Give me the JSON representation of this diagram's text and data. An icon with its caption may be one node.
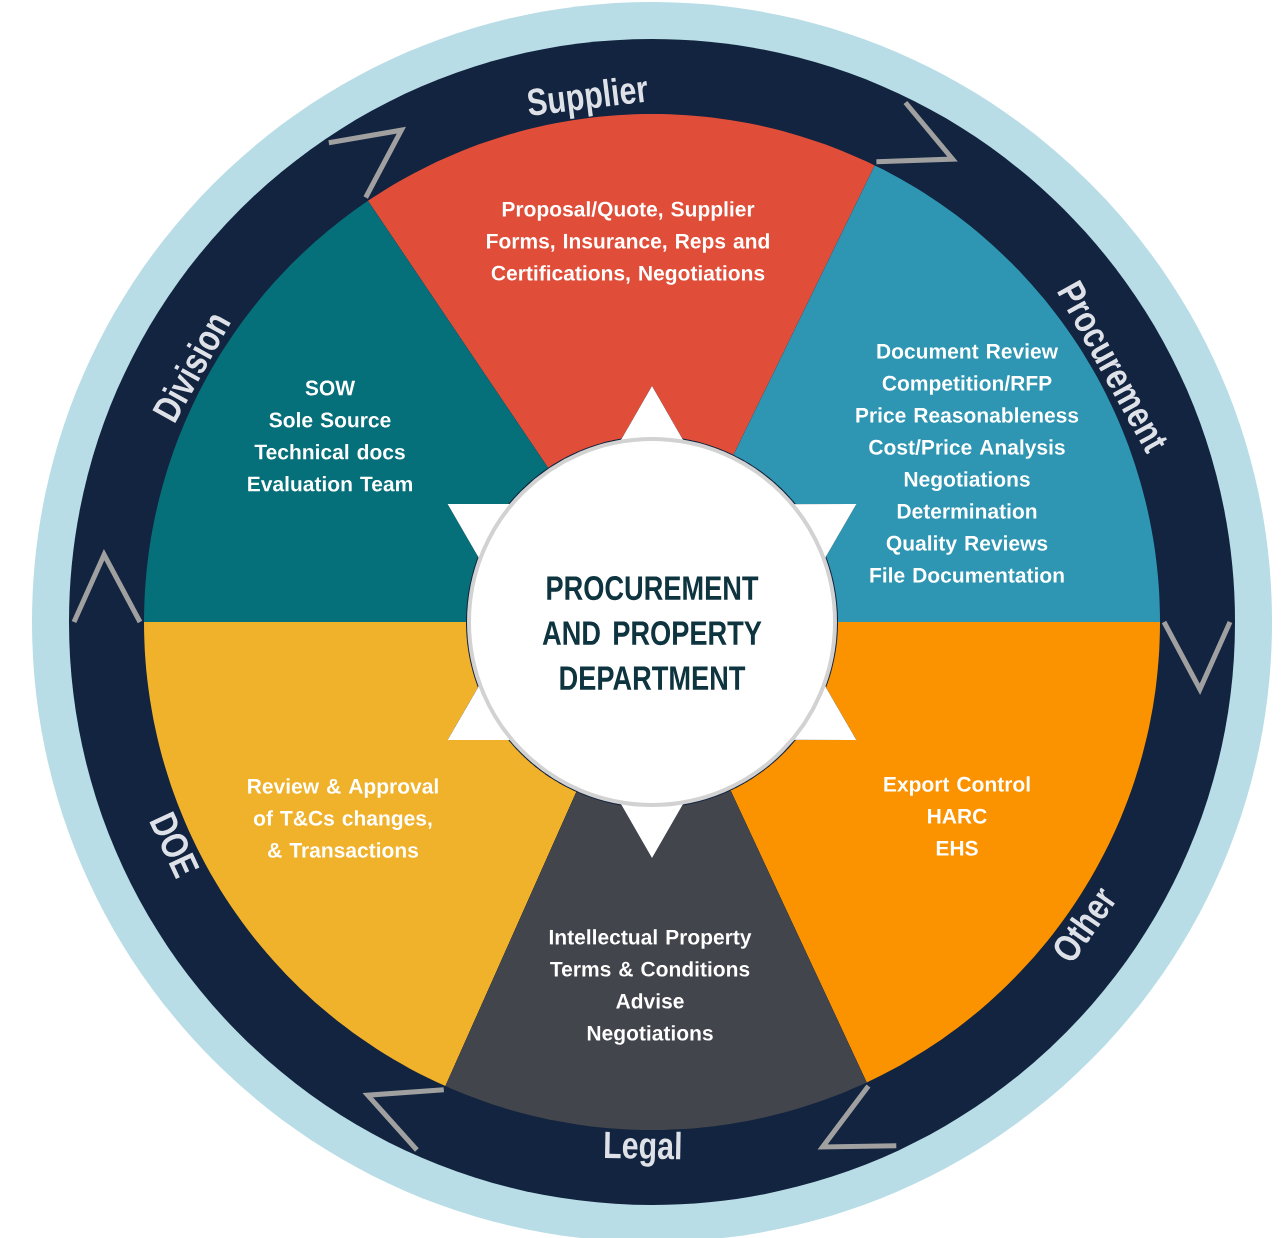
{
  "diagram": {
    "nodes": [
      {
        "text": [
          "Proposal/Quote, Supplier Forms, Insurance, Reps and Certifications, Negotiations"
        ]
      },
      {
        "text": [
          "SOW",
          "Sole Source",
          "Technical docs",
          "Evaluation Team"
        ]
      },
      {
        "text": [
          "Document Review",
          "Competition/RFP",
          "Price Reasonableness",
          "Cost/Price Analysis",
          "Negotiations",
          "Determination",
          "Quality Reviews",
          "File Documentation"
        ]
      },
      {
        "text": [
          "PROCUREMENT AND PROPERTY DEPARTMENT"
        ]
      },
      {
        "text": [
          "Review & Approval of T&Cs changes, & Transactions"
        ]
      },
      {
        "text": [
          "Export Control",
          "HARC",
          "EHS"
        ]
      },
      {
        "text": [
          "Intellectual Property",
          "Terms & Conditions",
          "Advise",
          "Negotiations"
        ]
      }
    ],
    "labels": [
      "Supplier",
      "Division",
      "Procurement",
      "DOE",
      "Other",
      "Legal"
    ]
  }
}
